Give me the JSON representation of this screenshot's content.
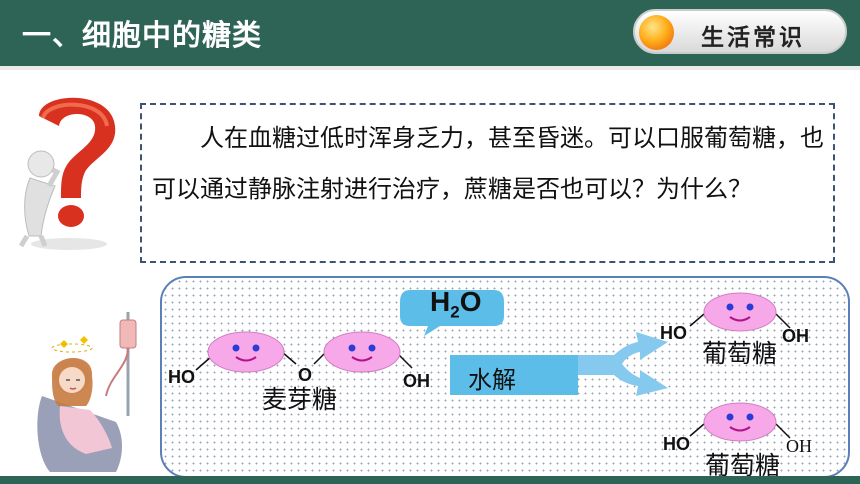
{
  "header": {
    "title": "一、细胞中的糖类",
    "badge_label": "生活常识"
  },
  "question": {
    "text": "人在血糖过低时浑身乏力，甚至昏迷。可以口服葡萄糖，也可以通过静脉注射进行治疗，蔗糖是否也可以？为什么？"
  },
  "diagram": {
    "maltose": {
      "label": "麦芽糖",
      "ho": "HO",
      "o": "O",
      "oh": "OH"
    },
    "water": {
      "h": "H",
      "sub": "2",
      "o": "O"
    },
    "hydrolysis_label": "水解",
    "glucose_top": {
      "label": "葡萄糖",
      "ho": "HO",
      "oh": "OH"
    },
    "glucose_bottom": {
      "label": "葡萄糖",
      "ho": "HO",
      "oh": "OH"
    }
  },
  "colors": {
    "header": "#2e6455",
    "molecule": "#f7a8e8",
    "hydrolysis": "#5dbde9",
    "arrow": "#86c9ee",
    "dashed_border": "#3e5272"
  },
  "icons": [
    "question-mark-figure-icon",
    "patient-iv-drip-icon",
    "molecule-face-icon",
    "speech-bubble-icon",
    "split-arrow-icon"
  ]
}
